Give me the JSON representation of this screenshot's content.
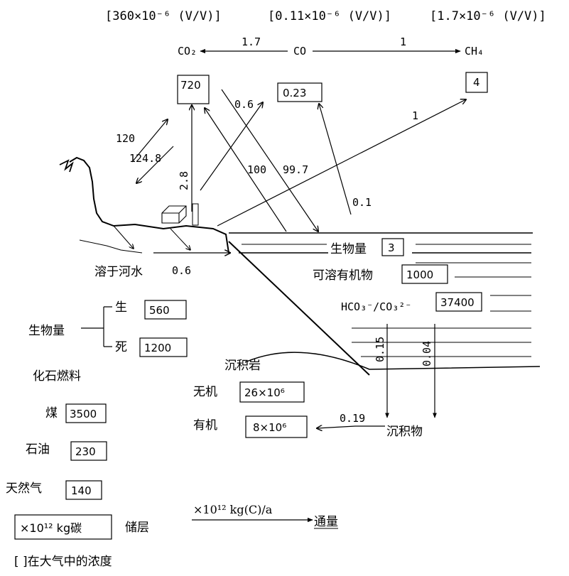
{
  "concentrations": {
    "co2": "[360×10⁻⁶ (V/V)]",
    "co": "[0.11×10⁻⁶ (V/V)]",
    "ch4": "[1.7×10⁻⁶ (V/V)]"
  },
  "species": {
    "co2": "CO₂",
    "co": "CO",
    "ch4": "CH₄"
  },
  "reservoirs": {
    "atm_co2": "720",
    "atm_co": "0.23",
    "atm_ch4": "4",
    "ocean_biomass": "3",
    "dissolved_organic": "1000",
    "carbonate": "37400",
    "land_biomass_living": "560",
    "land_biomass_dead": "1200",
    "sedimentary_inorganic": "26×10⁶",
    "sedimentary_organic": "8×10⁶",
    "coal": "3500",
    "oil": "230",
    "natural_gas": "140"
  },
  "fluxes": {
    "co_to_co2": "1.7",
    "co_to_ch4": "1",
    "land_uptake": "120",
    "land_release": "124.8",
    "fossil_emission": "2.8",
    "land_to_co": "0.6",
    "ocean_co2_up": "100",
    "ocean_co2_down": "99.7",
    "ocean_to_co": "0.1",
    "ocean_to_ch4": "1",
    "river_dissolved": "0.6",
    "sediment_a": "0.15",
    "sediment_b": "0.04",
    "to_sedimentary": "0.19"
  },
  "labels": {
    "ocean_biomass": "生物量",
    "dissolved_organic": "可溶有机物",
    "carbonate": "HCO₃⁻/CO₃²⁻",
    "river": "溶于河水",
    "land_biomass": "生物量",
    "living": "生",
    "dead": "死",
    "sedimentary_rock": "沉积岩",
    "inorganic": "无机",
    "organic": "有机",
    "sediment": "沉积物",
    "fossil_fuel": "化石燃料",
    "coal": "煤",
    "oil": "石油",
    "natural_gas": "天然气"
  },
  "legend": {
    "storage_box": "×10¹² kg碳",
    "storage_label": "储层",
    "flux_unit": "×10¹² kg(C)/a",
    "flux_label": "通量",
    "concentration_note": "[ ]在大气中的浓度"
  }
}
